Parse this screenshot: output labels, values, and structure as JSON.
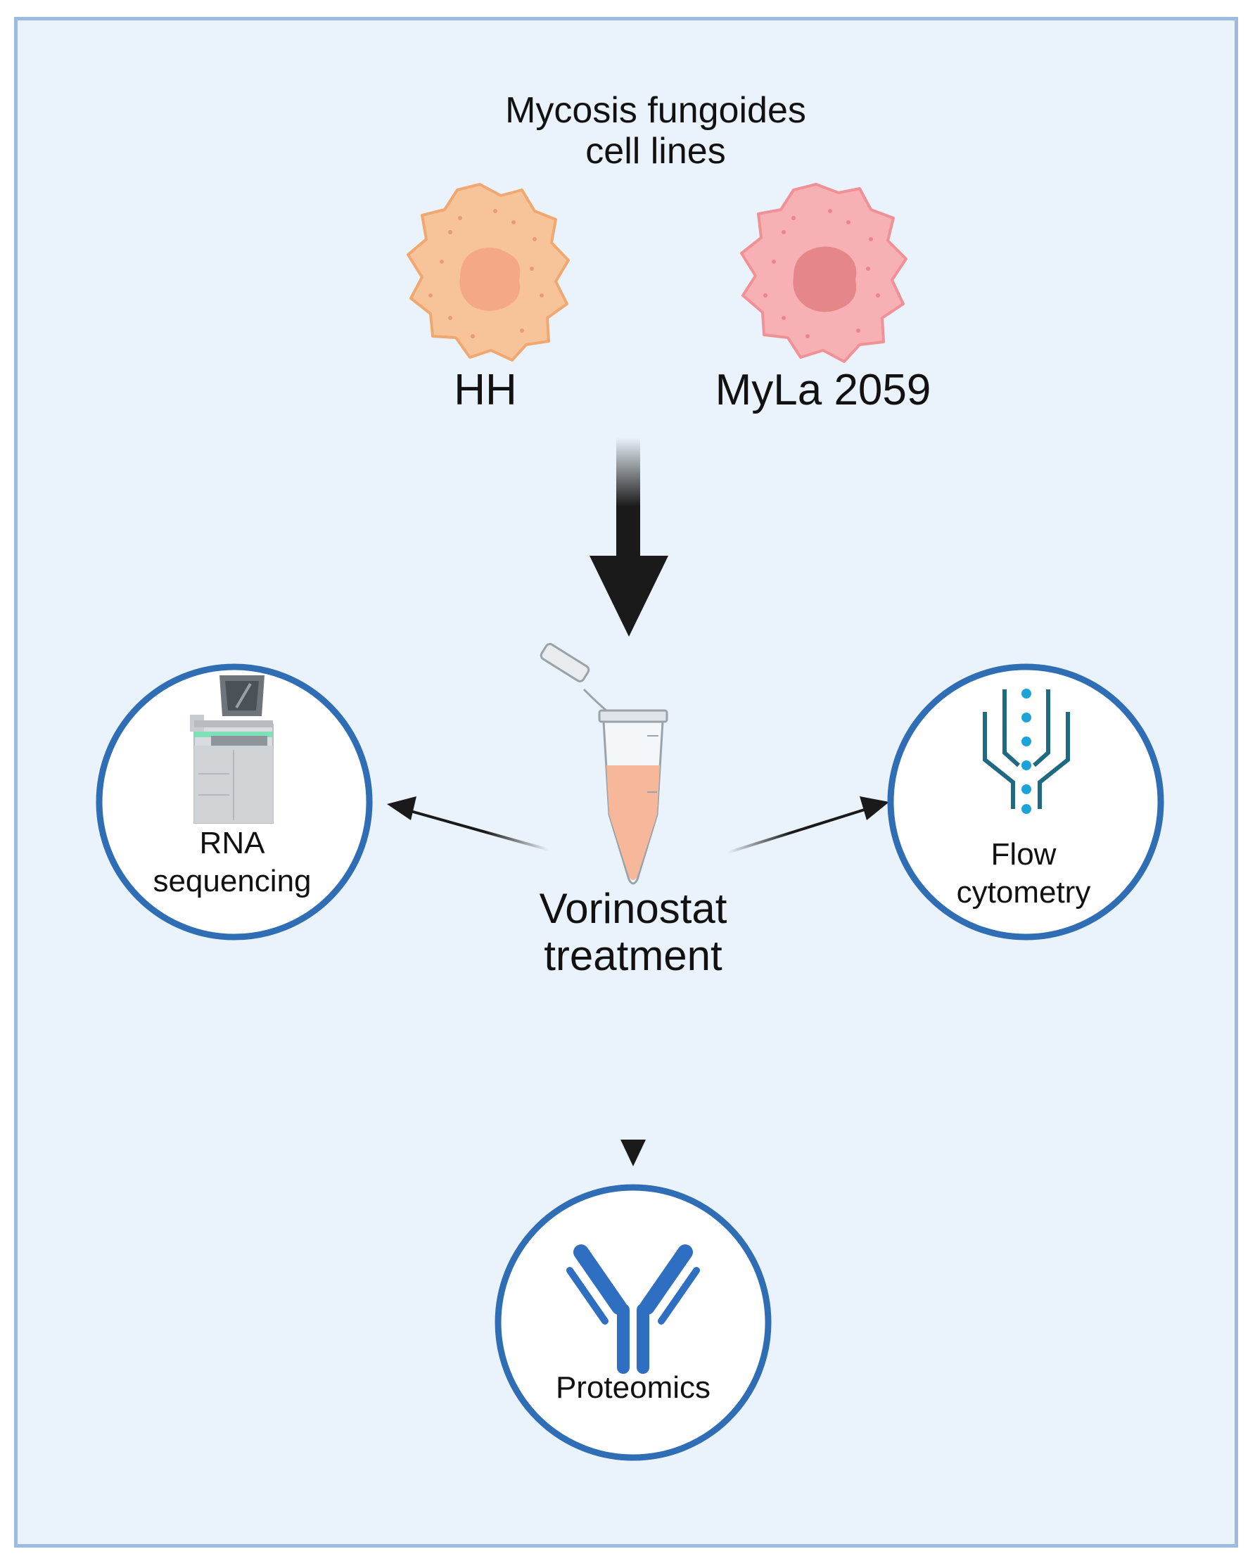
{
  "title": {
    "line1": "Mycosis fungoides",
    "line2": "cell lines"
  },
  "cell_lines": [
    {
      "label": "HH",
      "color": "#f7b889",
      "nucleus_color": "#f3a07e"
    },
    {
      "label": "MyLa 2059",
      "color": "#f5a3a7",
      "nucleus_color": "#e27f83"
    }
  ],
  "treatment": {
    "line1": "Vorinostat",
    "line2": "treatment"
  },
  "assays": [
    {
      "line1": "RNA",
      "line2": "sequencing",
      "icon": "sequencer-icon"
    },
    {
      "line1": "Flow",
      "line2": "cytometry",
      "icon": "flow-cytometer-icon"
    },
    {
      "line1": "Proteomics",
      "icon": "antibody-icon"
    }
  ],
  "colors": {
    "panel_bg": "#eaf3fb",
    "panel_border": "#9dbbe0",
    "circle_border": "#2f6db5",
    "antibody": "#2e6fc1",
    "flow_lines": "#1f6a82",
    "flow_dots": "#1ea3d8",
    "tube_liquid": "#f6b79a"
  }
}
